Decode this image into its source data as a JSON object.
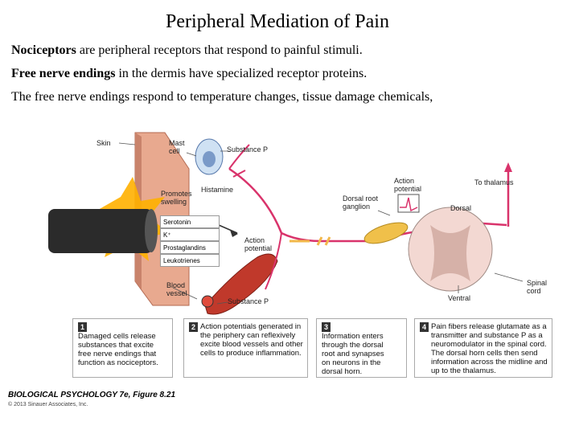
{
  "slide": {
    "title": "Peripheral Mediation of Pain",
    "bullets": [
      {
        "bold": "Nociceptors",
        "rest": " are peripheral receptors that respond to painful stimuli."
      },
      {
        "bold": "Free nerve endings",
        "rest": " in the dermis have specialized receptor proteins."
      },
      {
        "bold": "",
        "rest": "The free nerve endings respond to temperature changes, tissue damage chemicals,"
      }
    ]
  },
  "figure": {
    "labels": {
      "skin": "Skin",
      "mast_cell": "Mast cell",
      "substance_p_top": "Substance P",
      "histamine": "Histamine",
      "promotes_swelling": "Promotes swelling",
      "action_potential_mid": "Action potential",
      "action_potential_top": "Action potential",
      "dorsal_root_ganglion": "Dorsal root ganglion",
      "to_thalamus": "To thalamus",
      "dorsal": "Dorsal",
      "ventral": "Ventral",
      "spinal_cord": "Spinal cord",
      "blood_vessel": "Blood vessel",
      "substance_p_bottom": "Substance P"
    },
    "chemicals": [
      "Serotonin",
      "K⁺",
      "Prostaglandins",
      "Leukotrienes"
    ],
    "steps": [
      {
        "num": "1",
        "text": "Damaged cells release substances that excite free nerve endings that function as nociceptors."
      },
      {
        "num": "2",
        "text": "Action potentials generated in the periphery can reflexively excite blood vessels and other cells to produce inflammation."
      },
      {
        "num": "3",
        "text": "Information enters through the dorsal root and synapses on neurons in the dorsal horn."
      },
      {
        "num": "4",
        "text": "Pain fibers release glutamate as a transmitter and substance P as a neuromodulator in the spinal cord. The dorsal horn cells then send information across the midline and up to the thalamus."
      }
    ],
    "credit": "BIOLOGICAL PSYCHOLOGY 7e, Figure 8.21",
    "copyright": "© 2013 Sinauer Associates, Inc."
  },
  "colors": {
    "skin": "#e8a98f",
    "nerve": "#d9336b",
    "cord": "#f3d8d2",
    "vessel": "#c0392b",
    "flash": "#ffb000"
  }
}
